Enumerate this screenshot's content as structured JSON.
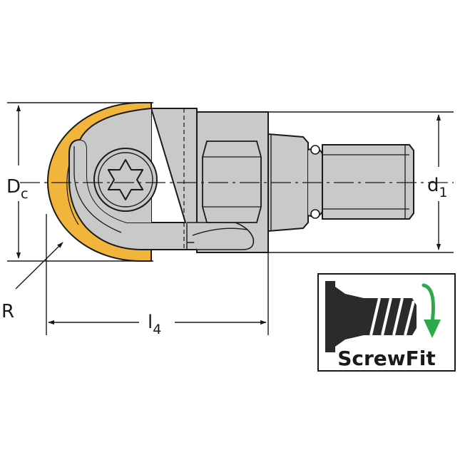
{
  "labels": {
    "dc_main": "D",
    "dc_sub": "c",
    "d1_main": "d",
    "d1_sub": "1",
    "l4_main": "l",
    "l4_sub": "4",
    "radius": "R"
  },
  "badge": {
    "text": "ScrewFit"
  },
  "colors": {
    "insert_gold": "#f2b53b",
    "body_gray": "#c9c9c9",
    "outline": "#1a1a1a",
    "arrow_green": "#2fa84a",
    "badge_dark": "#2b2b2b"
  }
}
